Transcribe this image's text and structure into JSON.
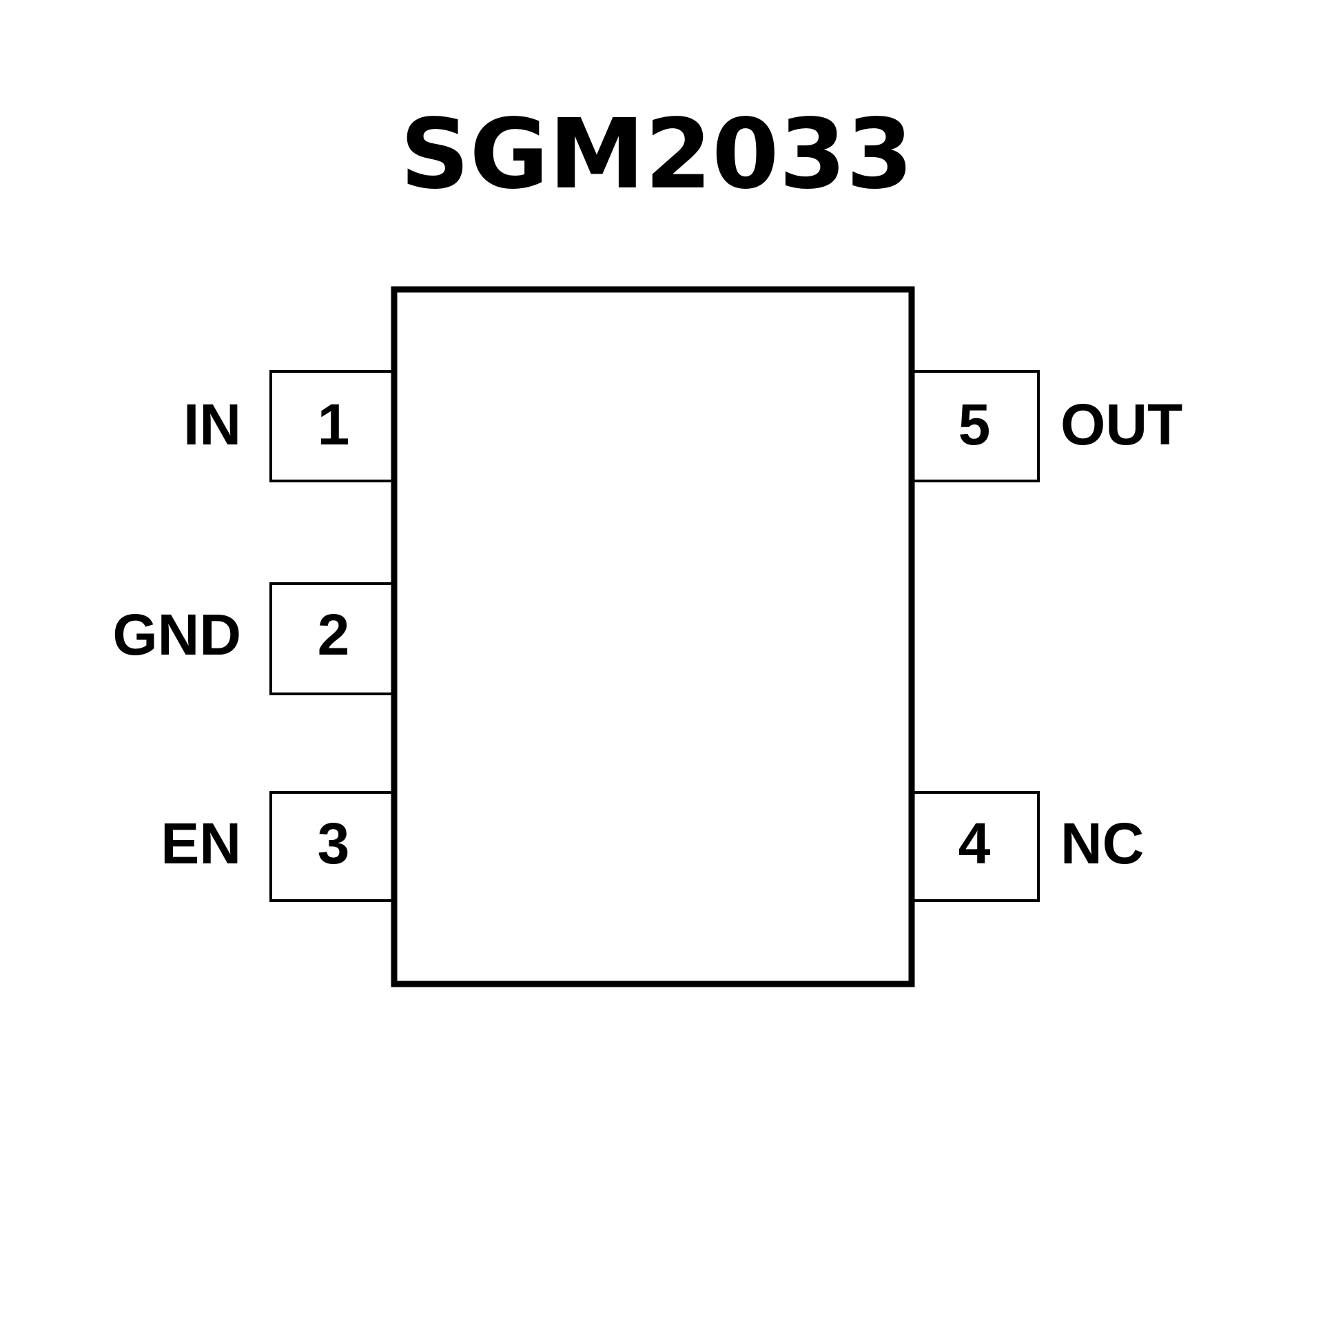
{
  "title": "SGM2033",
  "pins": [
    {
      "number": "1",
      "name": "IN"
    },
    {
      "number": "2",
      "name": "GND"
    },
    {
      "number": "3",
      "name": "EN"
    },
    {
      "number": "4",
      "name": "NC"
    },
    {
      "number": "5",
      "name": "OUT"
    }
  ]
}
